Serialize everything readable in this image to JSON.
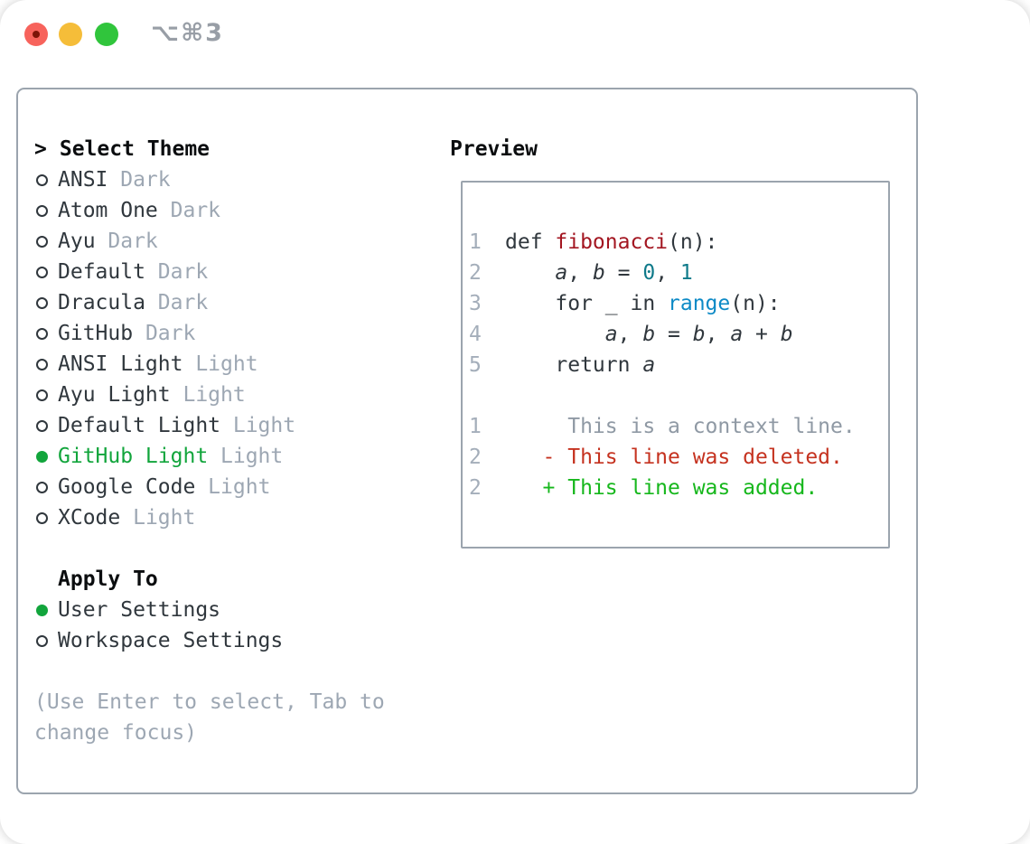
{
  "window": {
    "title": "⌥⌘3"
  },
  "colors": {
    "accent_green": "#12a53c",
    "added_green": "#16b71c",
    "deleted_red": "#c5321f",
    "function_red": "#a31621",
    "number_teal": "#0f7a8a",
    "builtin_blue": "#0d8ac6",
    "text": "#30373d",
    "heading": "#0b0d0f",
    "muted": "#9da7b3",
    "line_number": "#a4aeba",
    "context_gray": "#8f99a4",
    "border": "#9ba4ae",
    "title_gray": "#989ea6",
    "light_red": "#f7635c",
    "light_red_dot": "#7d1408",
    "light_yellow": "#f5bd39",
    "light_green": "#30c53c"
  },
  "theme_picker": {
    "prompt": ">",
    "heading": "Select Theme",
    "items": [
      {
        "name": "ANSI",
        "variant": "Dark",
        "selected": false
      },
      {
        "name": "Atom One",
        "variant": "Dark",
        "selected": false
      },
      {
        "name": "Ayu",
        "variant": "Dark",
        "selected": false
      },
      {
        "name": "Default",
        "variant": "Dark",
        "selected": false
      },
      {
        "name": "Dracula",
        "variant": "Dark",
        "selected": false
      },
      {
        "name": "GitHub",
        "variant": "Dark",
        "selected": false
      },
      {
        "name": "ANSI Light",
        "variant": "Light",
        "selected": false
      },
      {
        "name": "Ayu Light",
        "variant": "Light",
        "selected": false
      },
      {
        "name": "Default Light",
        "variant": "Light",
        "selected": false
      },
      {
        "name": "GitHub Light",
        "variant": "Light",
        "selected": true
      },
      {
        "name": "Google Code",
        "variant": "Light",
        "selected": false
      },
      {
        "name": "XCode",
        "variant": "Light",
        "selected": false
      }
    ]
  },
  "apply_to": {
    "heading": "Apply To",
    "options": [
      {
        "label": "User Settings",
        "selected": true
      },
      {
        "label": "Workspace Settings",
        "selected": false
      }
    ]
  },
  "help": {
    "line1": "(Use Enter to select, Tab to",
    "line2": "change focus)"
  },
  "preview": {
    "heading": "Preview",
    "code_lines": [
      {
        "num": "1",
        "tokens": [
          {
            "t": "def ",
            "c": "text"
          },
          {
            "t": "fibonacci",
            "c": "func"
          },
          {
            "t": "(n):",
            "c": "text"
          }
        ]
      },
      {
        "num": "2",
        "tokens": [
          {
            "t": "    ",
            "c": "text"
          },
          {
            "t": "a",
            "c": "var"
          },
          {
            "t": ", ",
            "c": "text"
          },
          {
            "t": "b",
            "c": "var"
          },
          {
            "t": " = ",
            "c": "text"
          },
          {
            "t": "0",
            "c": "num"
          },
          {
            "t": ", ",
            "c": "text"
          },
          {
            "t": "1",
            "c": "num"
          }
        ]
      },
      {
        "num": "3",
        "tokens": [
          {
            "t": "    for _ in ",
            "c": "text"
          },
          {
            "t": "range",
            "c": "builtin"
          },
          {
            "t": "(n):",
            "c": "text"
          }
        ]
      },
      {
        "num": "4",
        "tokens": [
          {
            "t": "        ",
            "c": "text"
          },
          {
            "t": "a",
            "c": "var"
          },
          {
            "t": ", ",
            "c": "text"
          },
          {
            "t": "b",
            "c": "var"
          },
          {
            "t": " = ",
            "c": "text"
          },
          {
            "t": "b",
            "c": "var"
          },
          {
            "t": ", ",
            "c": "text"
          },
          {
            "t": "a",
            "c": "var"
          },
          {
            "t": " + ",
            "c": "text"
          },
          {
            "t": "b",
            "c": "var"
          }
        ]
      },
      {
        "num": "5",
        "tokens": [
          {
            "t": "    return ",
            "c": "text"
          },
          {
            "t": "a",
            "c": "var"
          }
        ]
      }
    ],
    "diff_lines": [
      {
        "num": "1",
        "kind": "context",
        "text": "     This is a context line."
      },
      {
        "num": "2",
        "kind": "deleted",
        "text": "   - This line was deleted."
      },
      {
        "num": "2",
        "kind": "added",
        "text": "   + This line was added."
      }
    ]
  }
}
